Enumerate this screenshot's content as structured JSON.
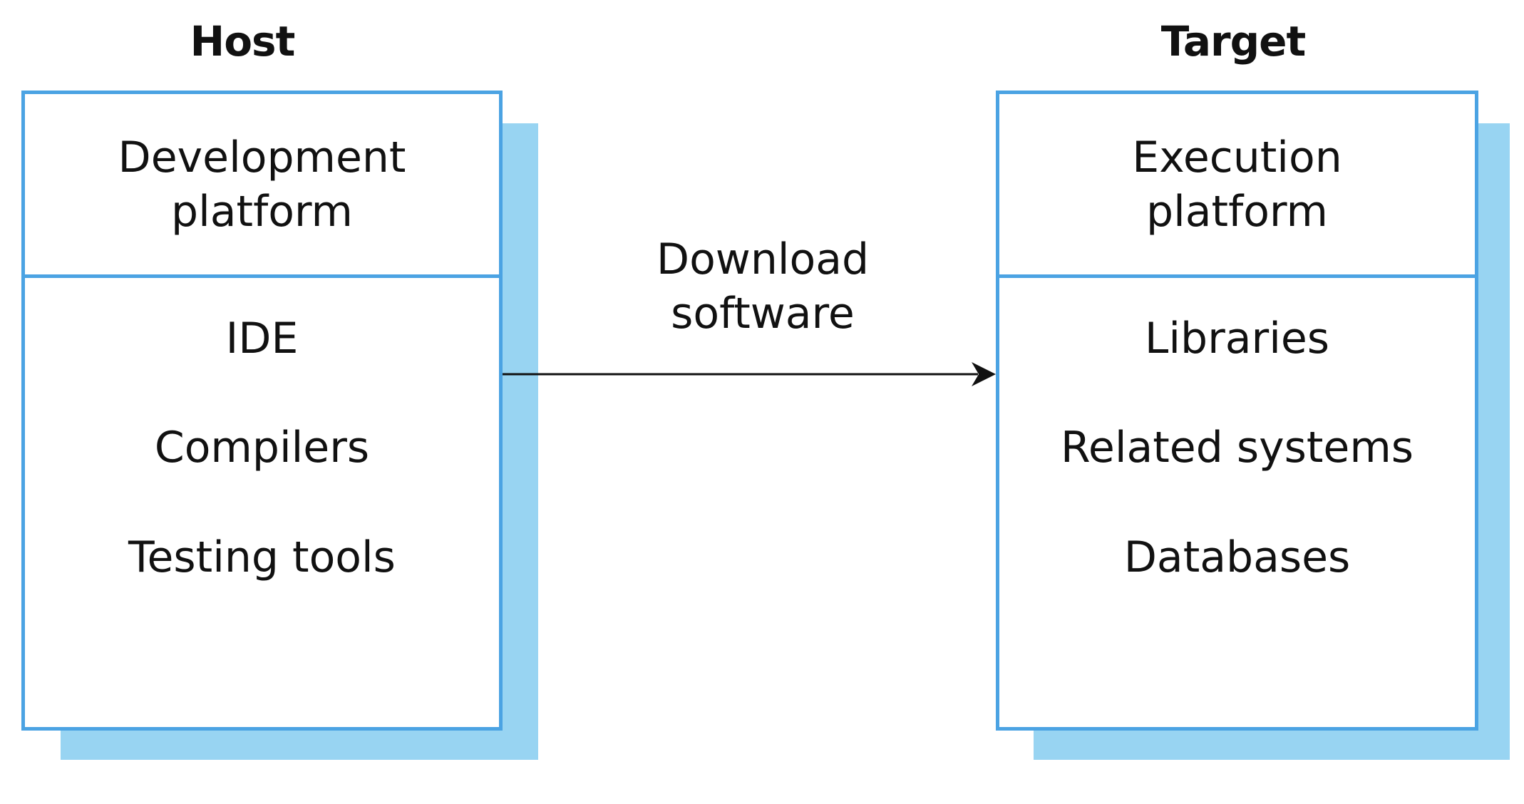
{
  "host": {
    "heading": "Host",
    "platform_line1": "Development",
    "platform_line2": "platform",
    "items": [
      "IDE",
      "Compilers",
      "Testing tools"
    ]
  },
  "target": {
    "heading": "Target",
    "platform_line1": "Execution",
    "platform_line2": "platform",
    "items": [
      "Libraries",
      "Related systems",
      "Databases"
    ]
  },
  "connector": {
    "label_line1": "Download",
    "label_line2": "software"
  },
  "colors": {
    "box_border": "#4ba3e3",
    "box_shadow": "#98d4f2",
    "text": "#111111"
  }
}
